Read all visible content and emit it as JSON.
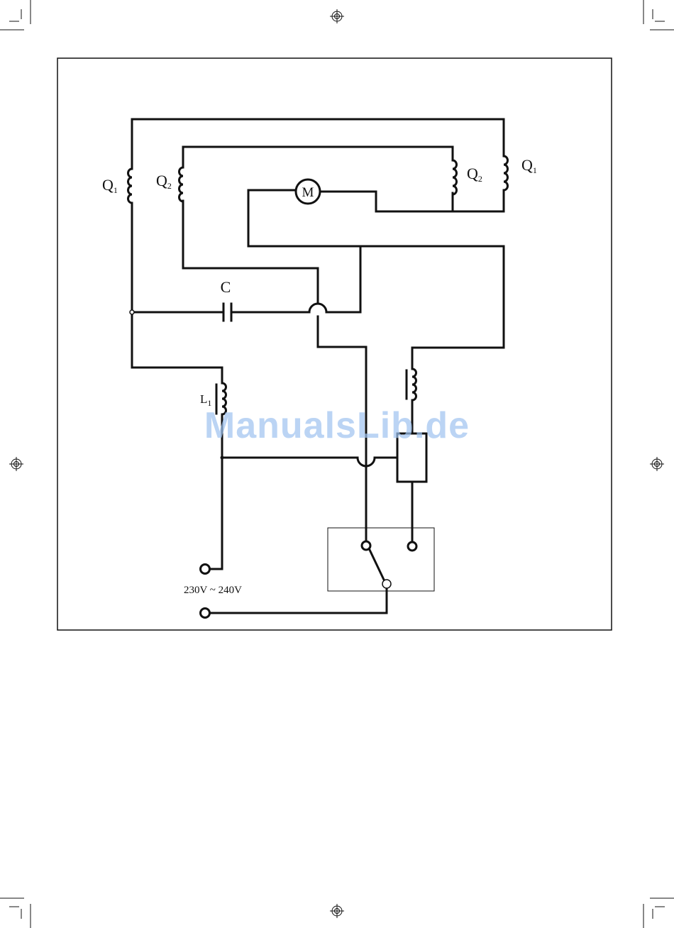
{
  "labels": {
    "q1_left": "Q",
    "q1_left_sub": "1",
    "q2_left": "Q",
    "q2_left_sub": "2",
    "q2_right": "Q",
    "q2_right_sub": "2",
    "q1_right": "Q",
    "q1_right_sub": "1",
    "motor": "M",
    "capacitor": "C",
    "inductor": "L",
    "inductor_sub": "1",
    "voltage": "230V ~ 240V"
  },
  "watermark": "ManualsLib.de"
}
